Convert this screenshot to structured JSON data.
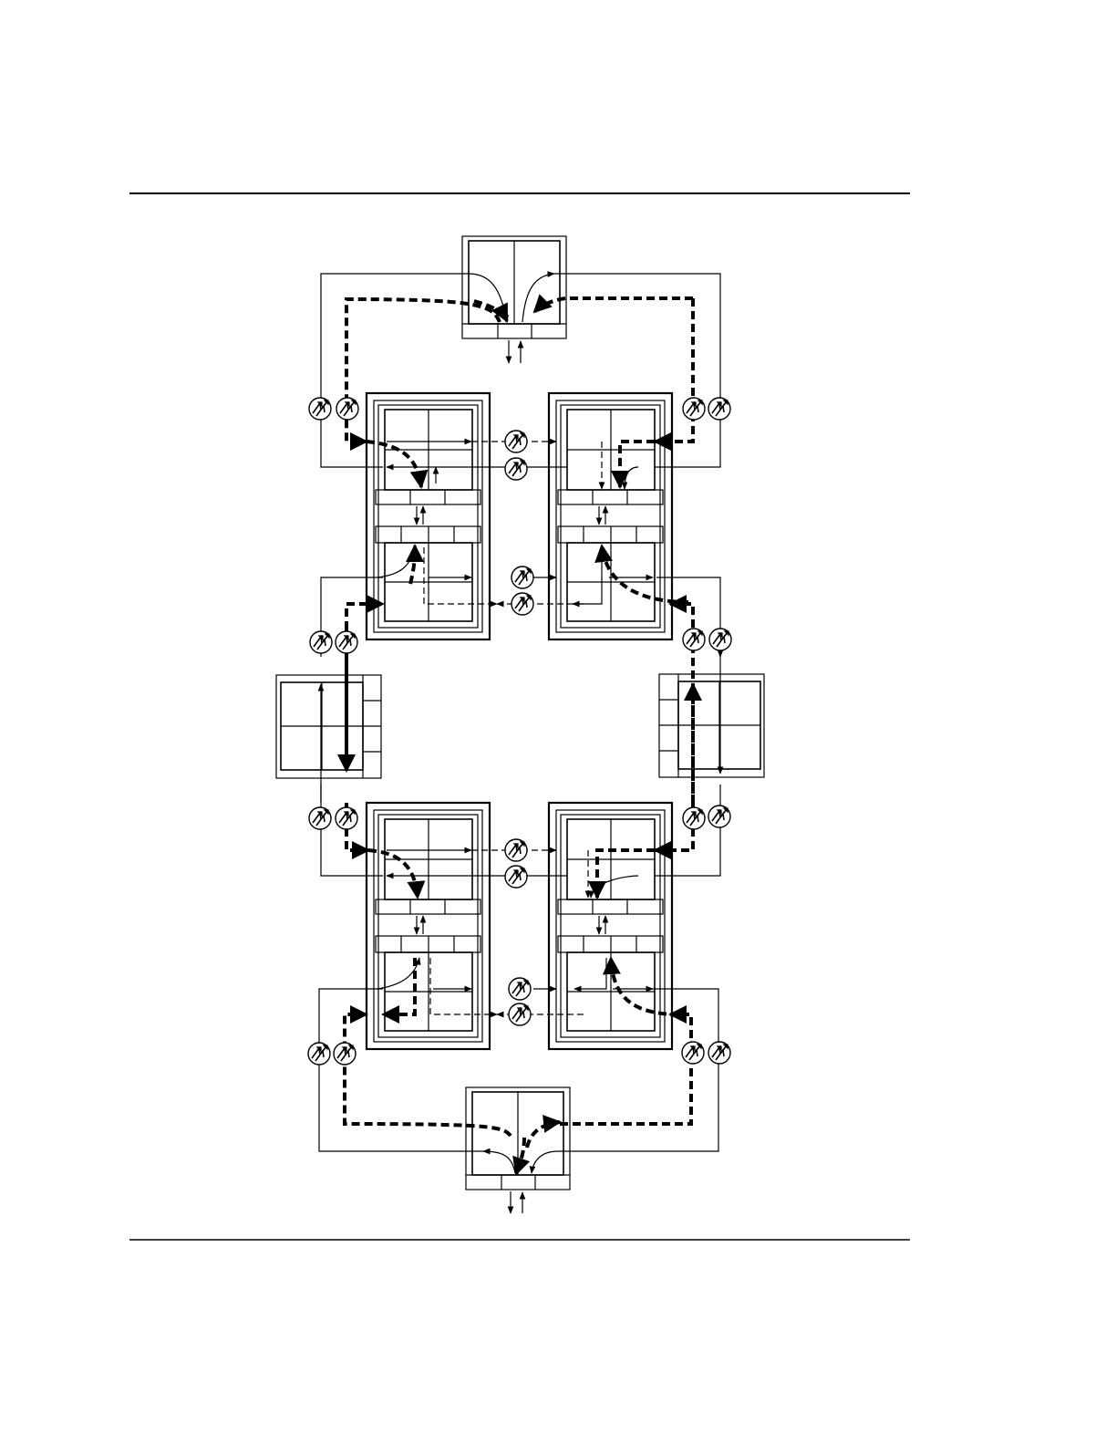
{
  "diagram": {
    "type": "ring-network-diagram",
    "stroke_color": "#000000",
    "background": "#ffffff",
    "legend": [
      {
        "style": "thin-solid-arrow"
      },
      {
        "style": "thin-dashed-arrow"
      },
      {
        "style": "thick-dashed-arrow"
      }
    ],
    "icons": [
      "optical-amplifier-icon"
    ],
    "nodes": [
      {
        "id": "top-terminal"
      },
      {
        "id": "node-a-east"
      },
      {
        "id": "node-a-west"
      },
      {
        "id": "node-b-east"
      },
      {
        "id": "node-b-west"
      },
      {
        "id": "left-terminal"
      },
      {
        "id": "right-terminal"
      },
      {
        "id": "node-c-east"
      },
      {
        "id": "node-c-west"
      },
      {
        "id": "node-d-east"
      },
      {
        "id": "node-d-west"
      },
      {
        "id": "bottom-terminal"
      }
    ]
  }
}
